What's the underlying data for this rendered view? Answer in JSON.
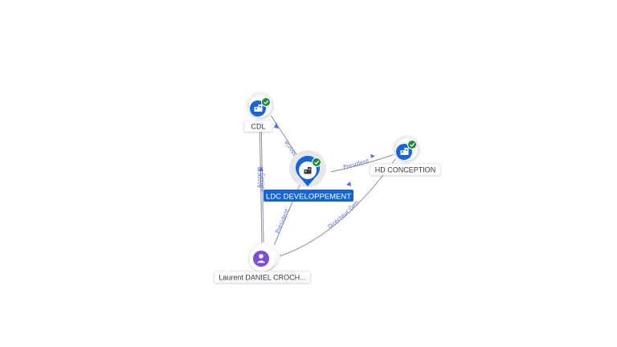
{
  "graph": {
    "nodes": [
      {
        "id": "cdl",
        "label": "CDL",
        "kind": "company",
        "verified": true
      },
      {
        "id": "ldc",
        "label": "LDC DEVELOPPEMENT",
        "kind": "company",
        "verified": true,
        "focus": true
      },
      {
        "id": "hd",
        "label": "HD CONCEPTION",
        "kind": "company",
        "verified": true
      },
      {
        "id": "laurent",
        "label": "Laurent DANIEL CROCH...",
        "kind": "person",
        "verified": false
      }
    ],
    "edges": [
      {
        "id": "e1",
        "label": "Associe"
      },
      {
        "id": "e2",
        "label": "President"
      },
      {
        "id": "e3",
        "label": "Gerant"
      },
      {
        "id": "e4",
        "label": "Associe"
      },
      {
        "id": "e5",
        "label": "President"
      },
      {
        "id": "e6",
        "label": "Directeur Gen"
      }
    ]
  },
  "colors": {
    "company": "#1565d8",
    "person": "#7b4fd6",
    "verified": "#1d8a3e",
    "edge": "#8a8f9c",
    "edge_label": "#5b6ee1",
    "focus_label_bg": "#1565d8"
  },
  "icons": {
    "company": "building-icon",
    "person": "person-icon",
    "verified": "check-badge-icon"
  }
}
